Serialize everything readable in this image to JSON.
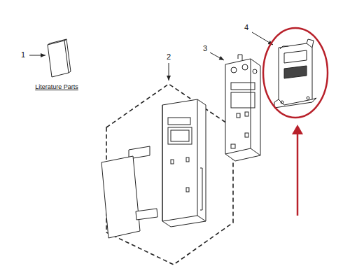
{
  "diagram": {
    "labels": [
      "1",
      "Literature Parts",
      "2",
      "3",
      "4"
    ]
  }
}
